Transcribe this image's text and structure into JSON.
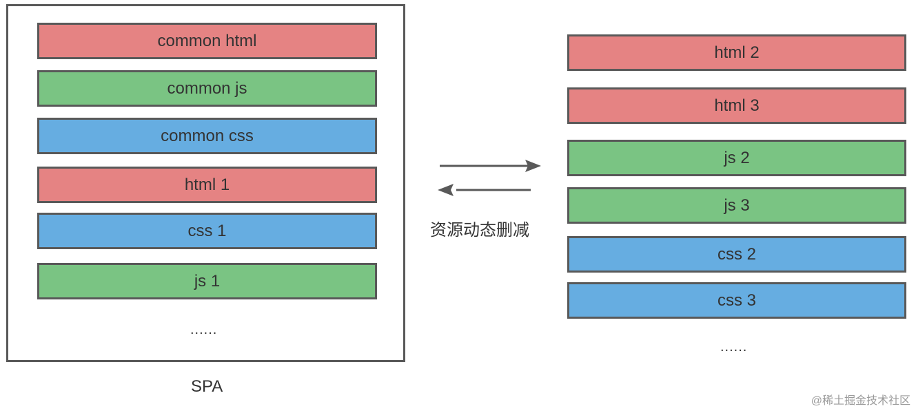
{
  "left_group": {
    "caption": "SPA",
    "items": [
      {
        "label": "common html",
        "color": "#e58383"
      },
      {
        "label": "common js",
        "color": "#7ac483"
      },
      {
        "label": "common css",
        "color": "#66ade1"
      },
      {
        "label": "html 1",
        "color": "#e58383"
      },
      {
        "label": "css 1",
        "color": "#66ade1"
      },
      {
        "label": "js 1",
        "color": "#7ac483"
      }
    ],
    "ellipsis": "......"
  },
  "arrows": {
    "label": "资源动态删减"
  },
  "right_group": {
    "items": [
      {
        "label": "html 2",
        "color": "#e58383"
      },
      {
        "label": "html 3",
        "color": "#e58383"
      },
      {
        "label": "js 2",
        "color": "#7ac483"
      },
      {
        "label": "js 3",
        "color": "#7ac483"
      },
      {
        "label": "css 2",
        "color": "#66ade1"
      },
      {
        "label": "css 3",
        "color": "#66ade1"
      }
    ],
    "ellipsis": "......"
  },
  "watermark": "@稀土掘金技术社区"
}
